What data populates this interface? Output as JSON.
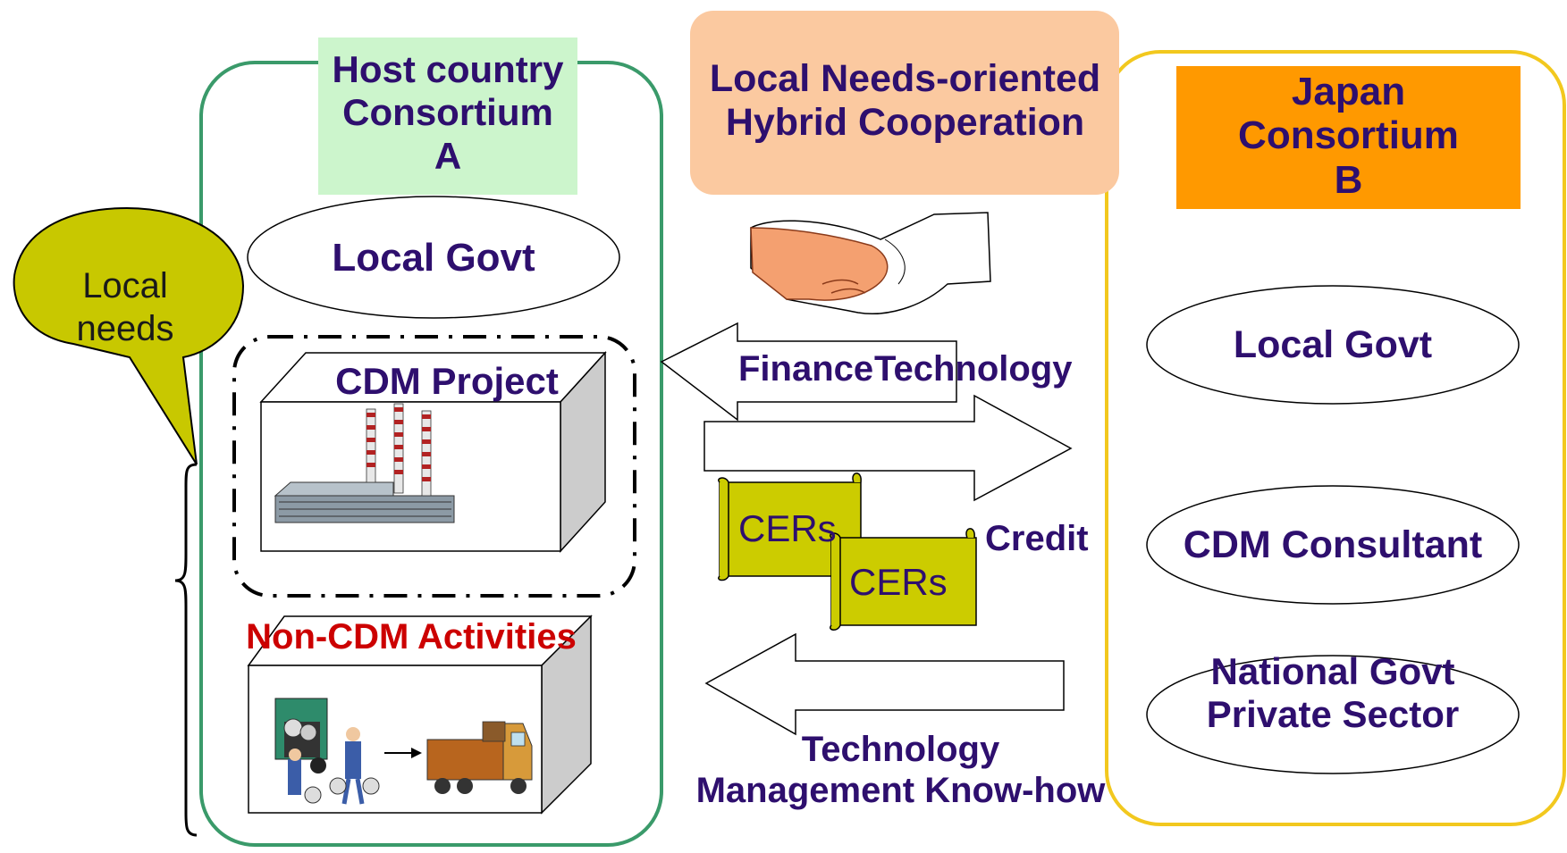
{
  "host": {
    "title_lines": [
      "Host country",
      "Consortium",
      "A"
    ],
    "local_govt": "Local Govt",
    "cdm_project": "CDM Project",
    "non_cdm": "Non-CDM Activities"
  },
  "hybrid": {
    "title_lines": [
      "Local Needs-oriented",
      "Hybrid Cooperation"
    ]
  },
  "japan": {
    "title_lines": [
      "Japan",
      "Consortium",
      "B"
    ],
    "local_govt": "Local Govt",
    "cdm_consultant": "CDM Consultant",
    "national_lines": [
      "National Govt",
      "Private Sector"
    ]
  },
  "callout": {
    "lines": [
      "Local",
      "needs"
    ]
  },
  "flows": {
    "finance": "Finance",
    "technology": "Technology",
    "credit": "Credit",
    "cers_1": "CERs",
    "cers_2": "CERs",
    "bottom_lines": [
      "Technology",
      "Management Know-how"
    ]
  },
  "colors": {
    "host_border": "#3a9a6a",
    "host_title_bg": "#ccf5cc",
    "hybrid_bg": "#fbc9a0",
    "japan_border": "#f2c81e",
    "japan_title_bg": "#ff9900",
    "callout_fill": "#c8c800",
    "scroll_fill": "#cccc00",
    "label_text": "#2e0f6e",
    "non_cdm_text": "#cc0000"
  }
}
